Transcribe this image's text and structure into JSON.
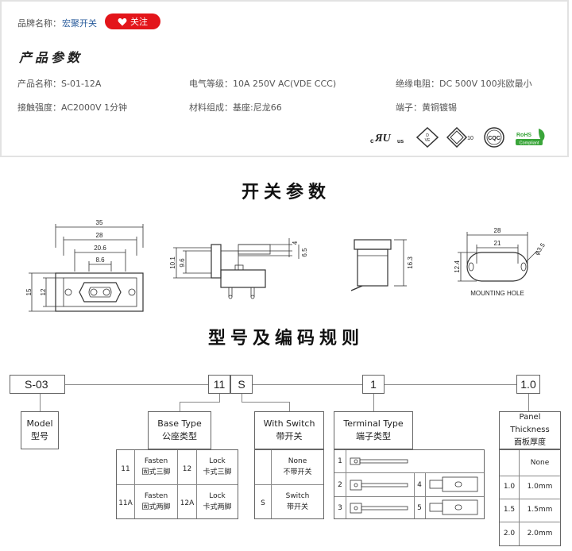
{
  "brand": {
    "label": "品牌名称：",
    "name": "宏聚开关",
    "follow_label": "关注",
    "follow_color": "#e3151a"
  },
  "product_params": {
    "title": "产品参数",
    "rows": [
      [
        "产品名称：S-01-12A",
        "电气等级：10A  250V AC(VDE CCC)",
        "绝缘电阻：DC 500V 100兆欧最小"
      ],
      [
        "接触强度：AC2000V 1分钟",
        "材料组成：基座:尼龙66",
        "端子：黄铜镀锡"
      ]
    ],
    "certifications": [
      "c UL us",
      "VDE",
      "ENEC 10",
      "CQC",
      "RoHS Compliant"
    ]
  },
  "switch_params": {
    "title": "开关参数",
    "front_view": {
      "dims": [
        "35",
        "28",
        "20.6",
        "8.6",
        "15",
        "12"
      ]
    },
    "side_view": {
      "dims": [
        "4",
        "6.5",
        "10.1",
        "9.6"
      ]
    },
    "third_view": {
      "dims": [
        "16.3"
      ]
    },
    "mounting_hole": {
      "label": "MOUNTING HOLE",
      "dims": [
        "28",
        "21",
        "φ3.5",
        "12.4"
      ]
    }
  },
  "coding": {
    "title": "型号及编码规则",
    "code_boxes": [
      "S-03",
      "11",
      "S",
      "1",
      "1.0"
    ],
    "model": {
      "en": "Model",
      "cn": "型号"
    },
    "base_type": {
      "en": "Base Type",
      "cn": "公座类型",
      "rows": [
        {
          "code": "11",
          "en": "Fasten",
          "cn": "固式三脚",
          "code2": "12",
          "en2": "Lock",
          "cn2": "卡式三脚"
        },
        {
          "code": "11A",
          "en": "Fasten",
          "cn": "固式两脚",
          "code2": "12A",
          "en2": "Lock",
          "cn2": "卡式两脚"
        }
      ]
    },
    "with_switch": {
      "en": "With Switch",
      "cn": "带开关",
      "rows": [
        {
          "code": "",
          "en": "None",
          "cn": "不带开关"
        },
        {
          "code": "S",
          "en": "Switch",
          "cn": "带开关"
        }
      ]
    },
    "terminal_type": {
      "en": "Terminal Type",
      "cn": "端子类型",
      "codes": [
        "1",
        "2",
        "3",
        "4",
        "5"
      ]
    },
    "panel_thickness": {
      "en": "Panel Thickness",
      "cn": "面板厚度",
      "rows": [
        {
          "code": "",
          "value": "None"
        },
        {
          "code": "1.0",
          "value": "1.0mm"
        },
        {
          "code": "1.5",
          "value": "1.5mm"
        },
        {
          "code": "2.0",
          "value": "2.0mm"
        }
      ]
    }
  }
}
